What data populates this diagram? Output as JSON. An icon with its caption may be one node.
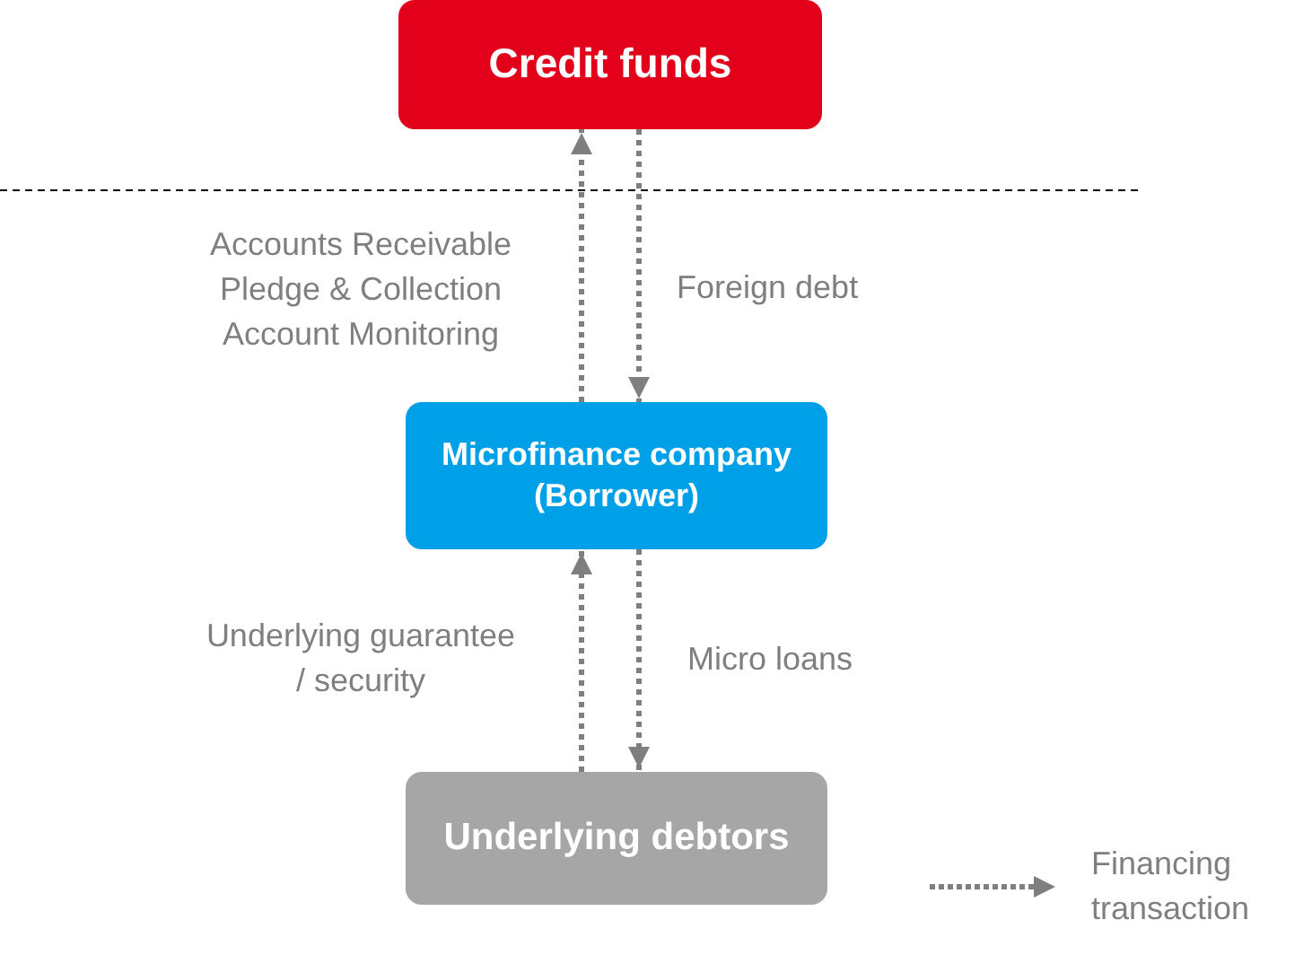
{
  "diagram": {
    "nodes": [
      {
        "text": [
          "Credit funds"
        ]
      },
      {
        "text": [
          "Microfinance company (Borrower)"
        ]
      },
      {
        "text": [
          "Underlying debtors"
        ]
      }
    ],
    "edges": [
      {
        "from": 1,
        "to": 0,
        "arrow": "to",
        "label": "Accounts Receivable Pledge & Collection Account Monitoring"
      },
      {
        "from": 0,
        "to": 1,
        "arrow": "to",
        "label": "Foreign debt"
      },
      {
        "from": 2,
        "to": 1,
        "arrow": "to",
        "label": "Underlying guarantee / security"
      },
      {
        "from": 1,
        "to": 2,
        "arrow": "to",
        "label": "Micro loans"
      }
    ],
    "legend": [
      {
        "text": "Financing transaction"
      }
    ]
  }
}
